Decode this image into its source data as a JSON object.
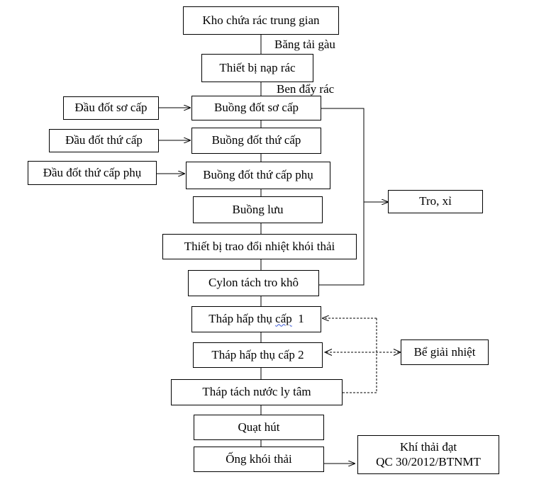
{
  "diagram": {
    "boxes": {
      "storage": "Kho chứa rác trung gian",
      "loader": "Thiết bị nạp rác",
      "primary_chamber": "Buồng đốt sơ cấp",
      "secondary_chamber": "Buồng đốt thứ cấp",
      "aux_secondary_chamber": "Buồng đốt thứ cấp phụ",
      "retention_chamber": "Buồng lưu",
      "heat_exchanger": "Thiết bị trao đổi nhiệt khói thải",
      "cyclone": "Cylon tách tro khô",
      "absorber1_text": "Tháp hấp thụ ",
      "absorber1_word": "cấp",
      "absorber1_num": "  1",
      "absorber2": "Tháp hấp thụ cấp 2",
      "centrifugal_separator": "Tháp tách nước ly tâm",
      "exhaust_fan": "Quạt hút",
      "chimney": "Ống khói thải",
      "ash": "Tro, xỉ",
      "cooling_tank": "Bể giải nhiệt",
      "emission_line1": "Khí thải đạt",
      "emission_line2": "QC 30/2012/BTNMT"
    },
    "burners": {
      "primary": "Đầu đốt sơ cấp",
      "secondary": "Đầu đốt thứ cấp",
      "aux_secondary": "Đầu đốt thứ cấp phụ"
    },
    "connectors": {
      "bucket_conveyor": "Băng tải gàu",
      "ram_feeder": "Ben đẩy rác"
    }
  }
}
